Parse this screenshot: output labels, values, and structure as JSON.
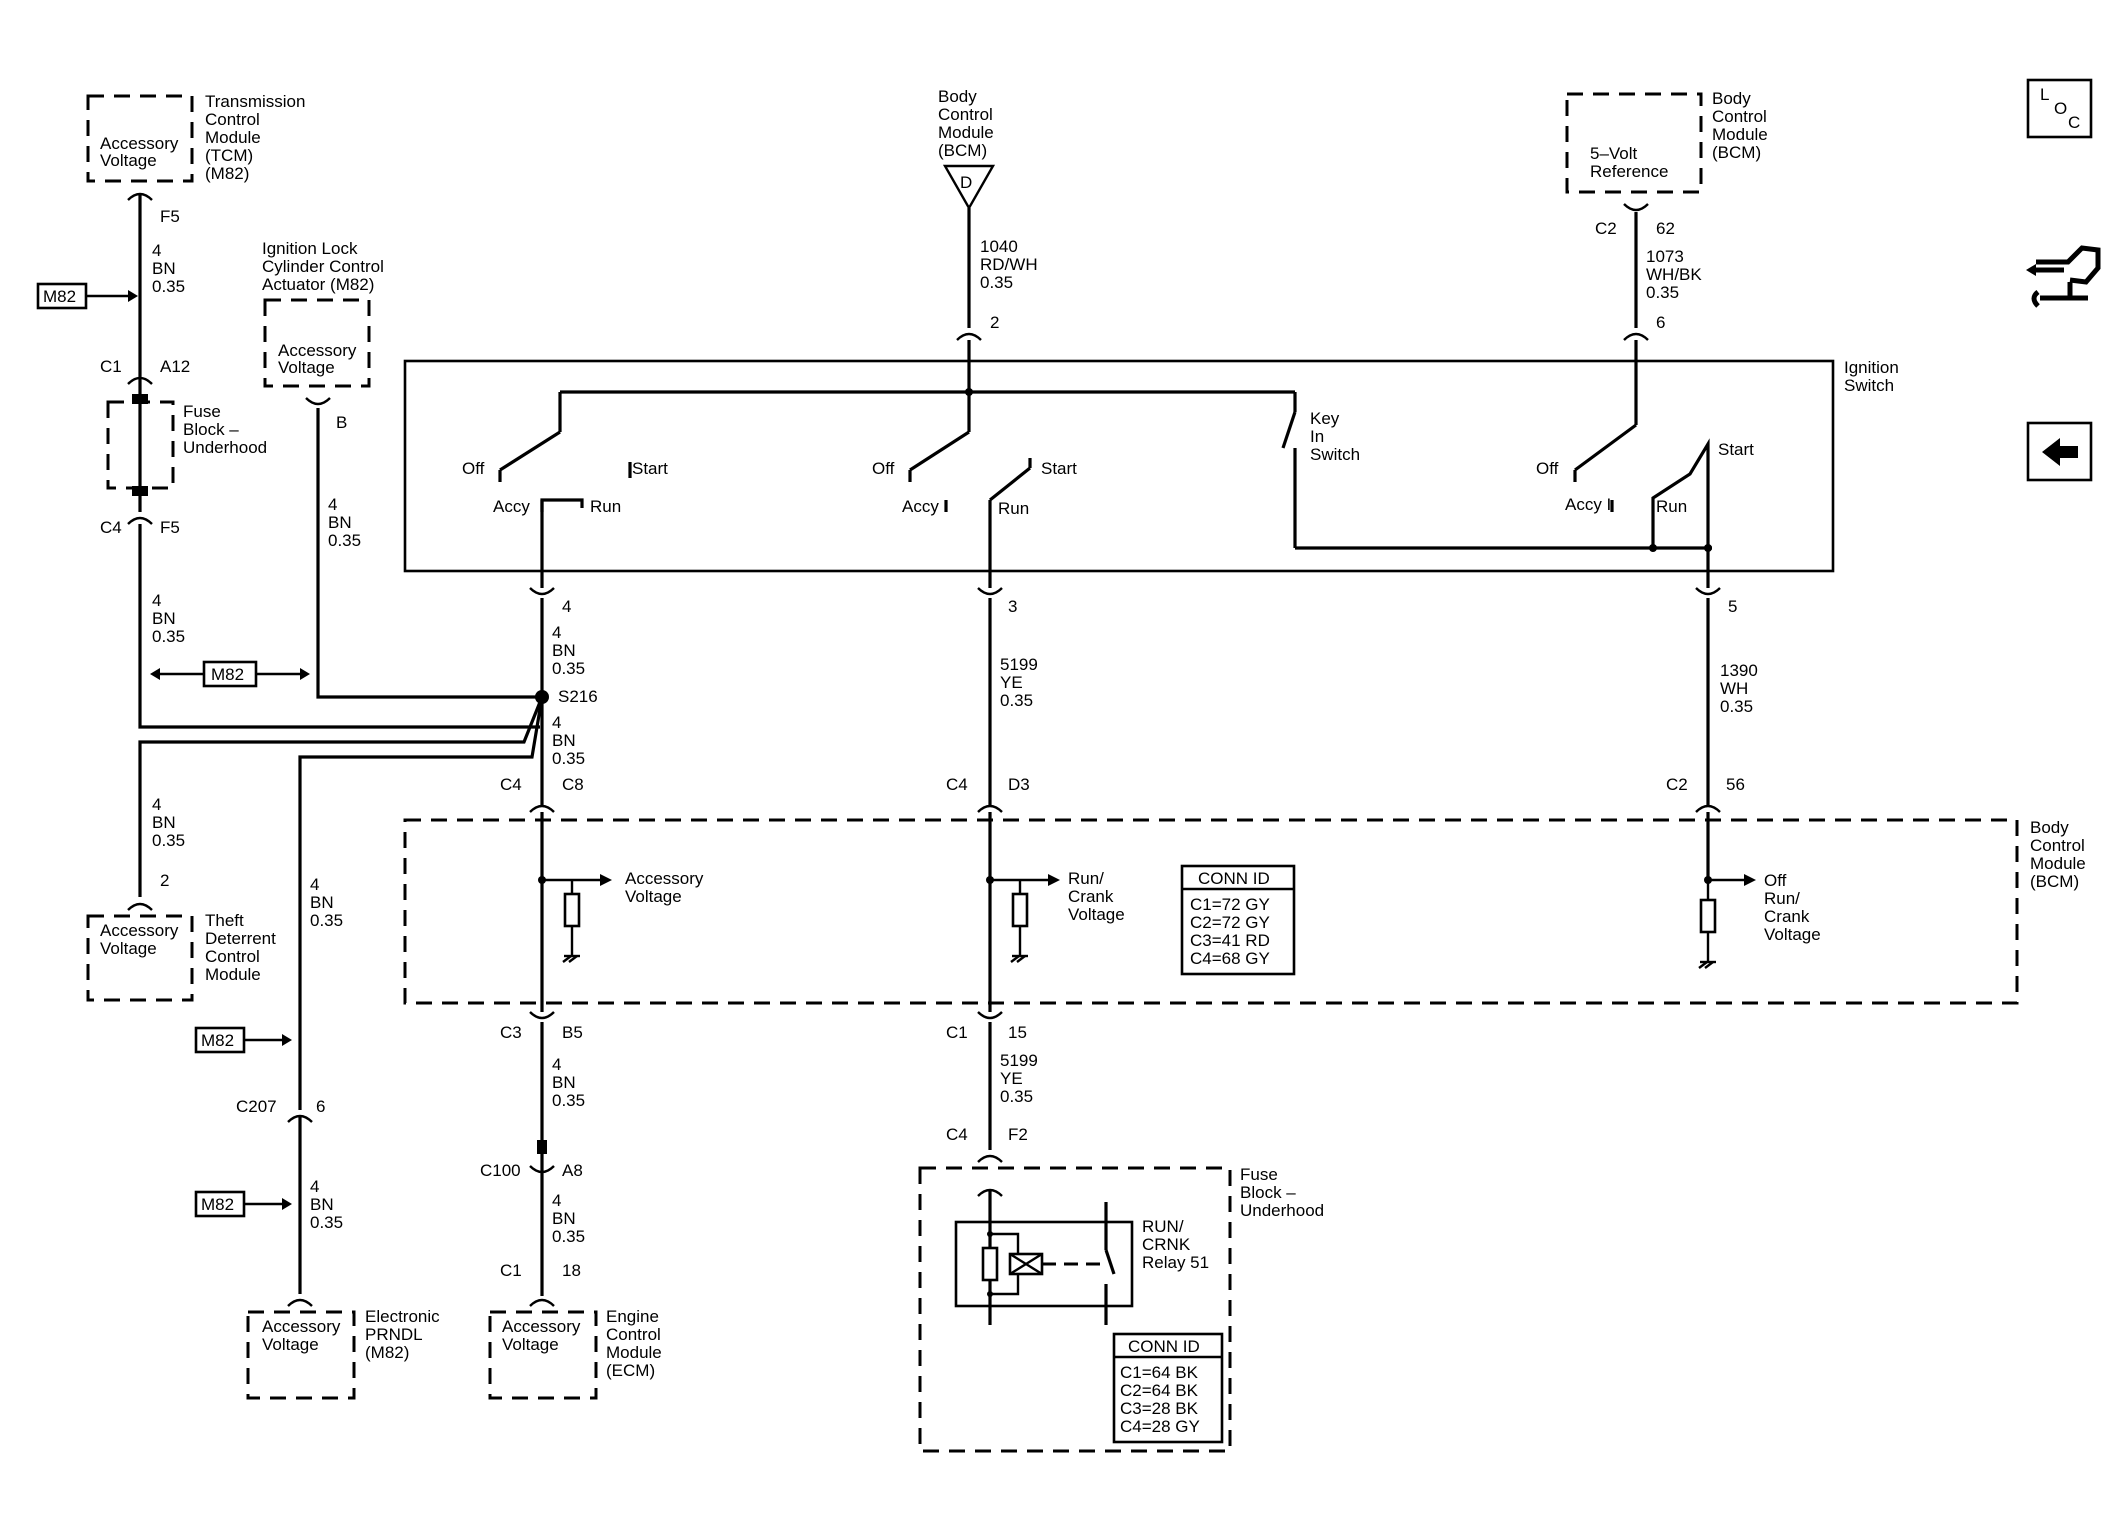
{
  "modules": {
    "tcm": {
      "name": [
        "Transmission",
        "Control",
        "Module",
        "(TCM)",
        "(M82)"
      ],
      "inside": [
        "Accessory",
        "Voltage"
      ]
    },
    "ilcca": {
      "name": [
        "Ignition Lock",
        "Cylinder Control",
        "Actuator (M82)"
      ],
      "inside": [
        "Accessory",
        "Voltage"
      ]
    },
    "bcm_top": {
      "name": [
        "Body",
        "Control",
        "Module",
        "(BCM)"
      ],
      "pin": "D"
    },
    "bcm_top_right": {
      "name": [
        "Body",
        "Control",
        "Module",
        "(BCM)"
      ],
      "inside": [
        "5–Volt",
        "Reference"
      ]
    },
    "ignition_switch": {
      "name": [
        "Ignition",
        "Switch"
      ]
    },
    "theft": {
      "name": [
        "Theft",
        "Deterrent",
        "Control",
        "Module"
      ],
      "inside": [
        "Accessory",
        "Voltage"
      ]
    },
    "prndl": {
      "name": [
        "Electronic",
        "PRNDL",
        "(M82)"
      ],
      "inside": [
        "Accessory",
        "Voltage"
      ]
    },
    "ecm": {
      "name": [
        "Engine",
        "Control",
        "Module",
        "(ECM)"
      ],
      "inside": [
        "Accessory",
        "Voltage"
      ]
    },
    "bcm_main": {
      "name": [
        "Body",
        "Control",
        "Module",
        "(BCM)"
      ]
    },
    "fuse_underhood_top": {
      "name": [
        "Fuse",
        "Block –",
        "Underhood"
      ]
    },
    "fuse_underhood_bottom": {
      "name": [
        "Fuse",
        "Block –",
        "Underhood"
      ]
    }
  },
  "switch_labels": {
    "s1": {
      "off": "Off",
      "start": "Start",
      "accy": "Accy",
      "run": "Run"
    },
    "s2": {
      "off": "Off",
      "start": "Start",
      "accy": "Accy I",
      "run": "Run"
    },
    "s3": {
      "off": "Off",
      "start": "Start",
      "accy": "Accy I",
      "run": "Run"
    },
    "key": [
      "Key",
      "In",
      "Switch"
    ]
  },
  "wires": {
    "w_tcm_1": [
      "4",
      "BN",
      "0.35"
    ],
    "w_tcm_2": [
      "4",
      "BN",
      "0.35"
    ],
    "w_ilcca": [
      "4",
      "BN",
      "0.35"
    ],
    "w_d1": [
      "1040",
      "RD/WH",
      "0.35"
    ],
    "w_d2": [
      "1073",
      "WH/BK",
      "0.35"
    ],
    "w_4a": [
      "4",
      "BN",
      "0.35"
    ],
    "w_4b": [
      "4",
      "BN",
      "0.35"
    ],
    "w_5199a": [
      "5199",
      "YE",
      "0.35"
    ],
    "w_1390": [
      "1390",
      "WH",
      "0.35"
    ],
    "w_theft": [
      "4",
      "BN",
      "0.35"
    ],
    "w_prndl_a": [
      "4",
      "BN",
      "0.35"
    ],
    "w_prndl_b": [
      "4",
      "BN",
      "0.35"
    ],
    "w_ecm_a": [
      "4",
      "BN",
      "0.35"
    ],
    "w_ecm_b": [
      "4",
      "BN",
      "0.35"
    ],
    "w_5199b": [
      "5199",
      "YE",
      "0.35"
    ]
  },
  "pins": {
    "f5a": "F5",
    "c1": "C1",
    "a12": "A12",
    "c4a": "C4",
    "f5b": "F5",
    "b": "B",
    "p2top": "2",
    "c2top": "C2",
    "p62": "62",
    "p6": "6",
    "p4": "4",
    "p3": "3",
    "p5": "5",
    "s216": "S216",
    "c4b": "C4",
    "c8": "C8",
    "c4c": "C4",
    "d3": "D3",
    "c2b": "C2",
    "p56": "56",
    "p2theft": "2",
    "c3": "C3",
    "b5": "B5",
    "c1b": "C1",
    "p15": "15",
    "c207": "C207",
    "p6b": "6",
    "c100": "C100",
    "a8": "A8",
    "c1c": "C1",
    "p18": "18",
    "c4d": "C4",
    "f2": "F2"
  },
  "bcm_signals": {
    "acc": [
      "Accessory",
      "Voltage"
    ],
    "run": [
      "Run/",
      "Crank",
      "Voltage"
    ],
    "off": [
      "Off",
      "Run/",
      "Crank",
      "Voltage"
    ]
  },
  "relay": {
    "name": [
      "RUN/",
      "CRNK",
      "Relay 51"
    ]
  },
  "conn_bcm": {
    "title": "CONN ID",
    "rows": [
      "C1=72 GY",
      "C2=72 GY",
      "C3=41 RD",
      "C4=68 GY"
    ]
  },
  "conn_fuse": {
    "title": "CONN ID",
    "rows": [
      "C1=64 BK",
      "C2=64 BK",
      "C3=28 BK",
      "C4=28 GY"
    ]
  },
  "tags": {
    "m82": "M82"
  },
  "nav": {
    "loc": [
      "L",
      "O",
      "C"
    ]
  }
}
